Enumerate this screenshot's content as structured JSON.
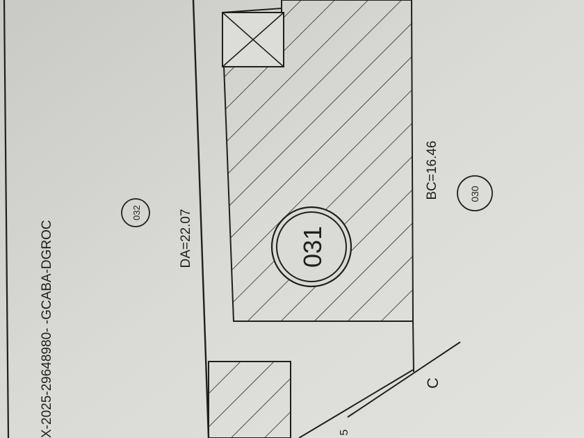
{
  "document": {
    "reference": "X-2025-29648980- -GCABA-DGROC",
    "parcels": {
      "main": "031",
      "upper_neighbor": "032",
      "lower_neighbor": "030"
    },
    "dimensions": {
      "da": "DA=22.07",
      "bc": "BC=16.46"
    },
    "corner_labels": {
      "c": "C",
      "partial": "5"
    },
    "colors": {
      "paper": "#d9d9d5",
      "ink": "#1f1f1f",
      "hatch": "#2a2a2a"
    }
  }
}
